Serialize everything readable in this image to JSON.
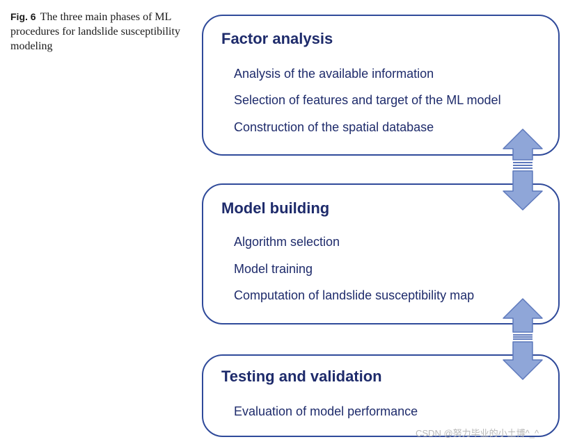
{
  "caption": {
    "label": "Fig. 6",
    "text": "The three main phases of ML procedures for landslide susceptibility modeling"
  },
  "phases": [
    {
      "title": "Factor analysis",
      "items": [
        "Analysis of the available information",
        "Selection of features and target of the ML model",
        "Construction of the spatial database"
      ]
    },
    {
      "title": "Model building",
      "items": [
        "Algorithm selection",
        "Model training",
        "Computation of landslide susceptibility map"
      ]
    },
    {
      "title": "Testing and validation",
      "items": [
        "Evaluation of model performance"
      ]
    }
  ],
  "colors": {
    "box_border": "#2f4a9a",
    "text": "#1e2b6b",
    "arrow_fill": "#8fa6d8",
    "arrow_stroke": "#5d78bc"
  },
  "watermark": "CSDN @努力毕业的小土博^_^"
}
